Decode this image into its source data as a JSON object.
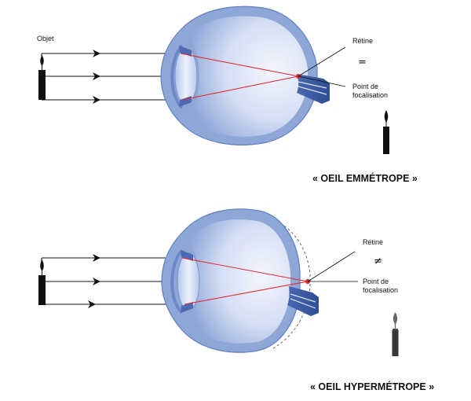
{
  "diagrams": [
    {
      "label_object": "Objet",
      "label_retina": "Rétine",
      "symbol": "=",
      "label_focus_line1": "Point de",
      "label_focus_line2": "focalisation",
      "caption": "« OEIL EMMÉTROPE »"
    },
    {
      "label_object": "",
      "label_retina": "Rétine",
      "symbol": "≠",
      "label_focus_line1": "Point de",
      "label_focus_line2": "focalisation",
      "caption": "« OEIL HYPERMÉTROPE »"
    }
  ],
  "colors": {
    "sclera": "#8fa7d6",
    "sclera_edge": "#5f7fc2",
    "eye_interior_light": "#eef1fb",
    "eye_interior_dark": "#9fb4e2",
    "lens": "#c9d6f1",
    "optic_nerve": "#3e5fa8",
    "ray_red": "#e0282c",
    "focus_point": "#e0282c",
    "candle": "#111111"
  }
}
